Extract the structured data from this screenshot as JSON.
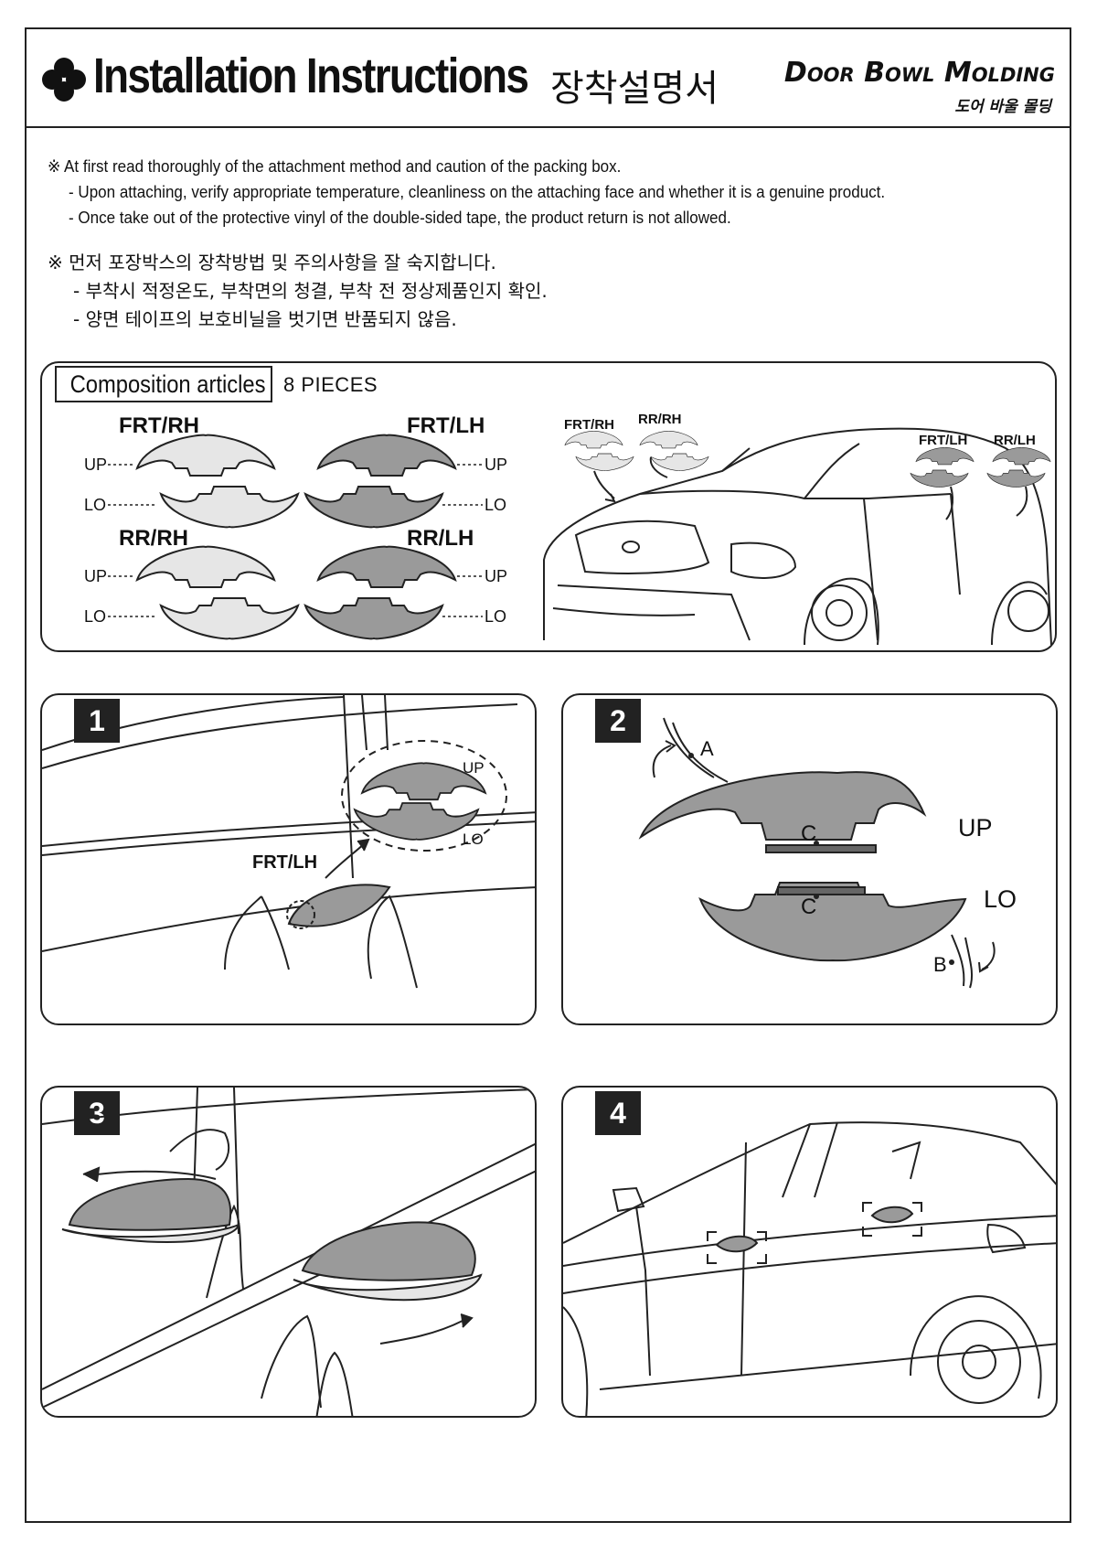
{
  "header": {
    "icon": "clover-icon",
    "title": "Installation Instructions",
    "title_ko": "장착설명서",
    "product": "Door Bowl Molding",
    "product_ko": "도어 바울 몰딩"
  },
  "notes_en": {
    "main": "※ At first read thoroughly of the attachment method and caution of the packing box.",
    "sub1": "- Upon attaching, verify appropriate temperature, cleanliness on the attaching face and whether it is a genuine product.",
    "sub2": "- Once take out of the protective vinyl of the double-sided tape, the product return is not allowed."
  },
  "notes_ko": {
    "main": "※ 먼저 포장박스의 장착방법 및 주의사항을 잘 숙지합니다.",
    "sub1": "- 부착시 적정온도, 부착면의 청결, 부착 전 정상제품인지 확인.",
    "sub2": "- 양면 테이프의 보호비닐을 벗기면 반품되지 않음."
  },
  "composition": {
    "label": "Composition articles",
    "count": "8 PIECES",
    "groups": [
      {
        "name": "FRT/RH",
        "up": "UP",
        "lo": "LO"
      },
      {
        "name": "FRT/LH",
        "up": "UP",
        "lo": "LO"
      },
      {
        "name": "RR/RH",
        "up": "UP",
        "lo": "LO"
      },
      {
        "name": "RR/LH",
        "up": "UP",
        "lo": "LO"
      }
    ],
    "car_labels": [
      "FRT/RH",
      "RR/RH",
      "FRT/LH",
      "RR/LH"
    ]
  },
  "steps": [
    {
      "num": "1",
      "labels": {
        "part": "FRT/LH",
        "up": "UP",
        "lo": "LO"
      }
    },
    {
      "num": "2",
      "labels": {
        "a": "A",
        "b": "B",
        "c1": "C",
        "c2": "C",
        "up": "UP",
        "lo": "LO"
      }
    },
    {
      "num": "3"
    },
    {
      "num": "4"
    }
  ],
  "colors": {
    "dark_part": "#9a9a9a",
    "light_part": "#e6e6e6",
    "line": "#222222"
  }
}
